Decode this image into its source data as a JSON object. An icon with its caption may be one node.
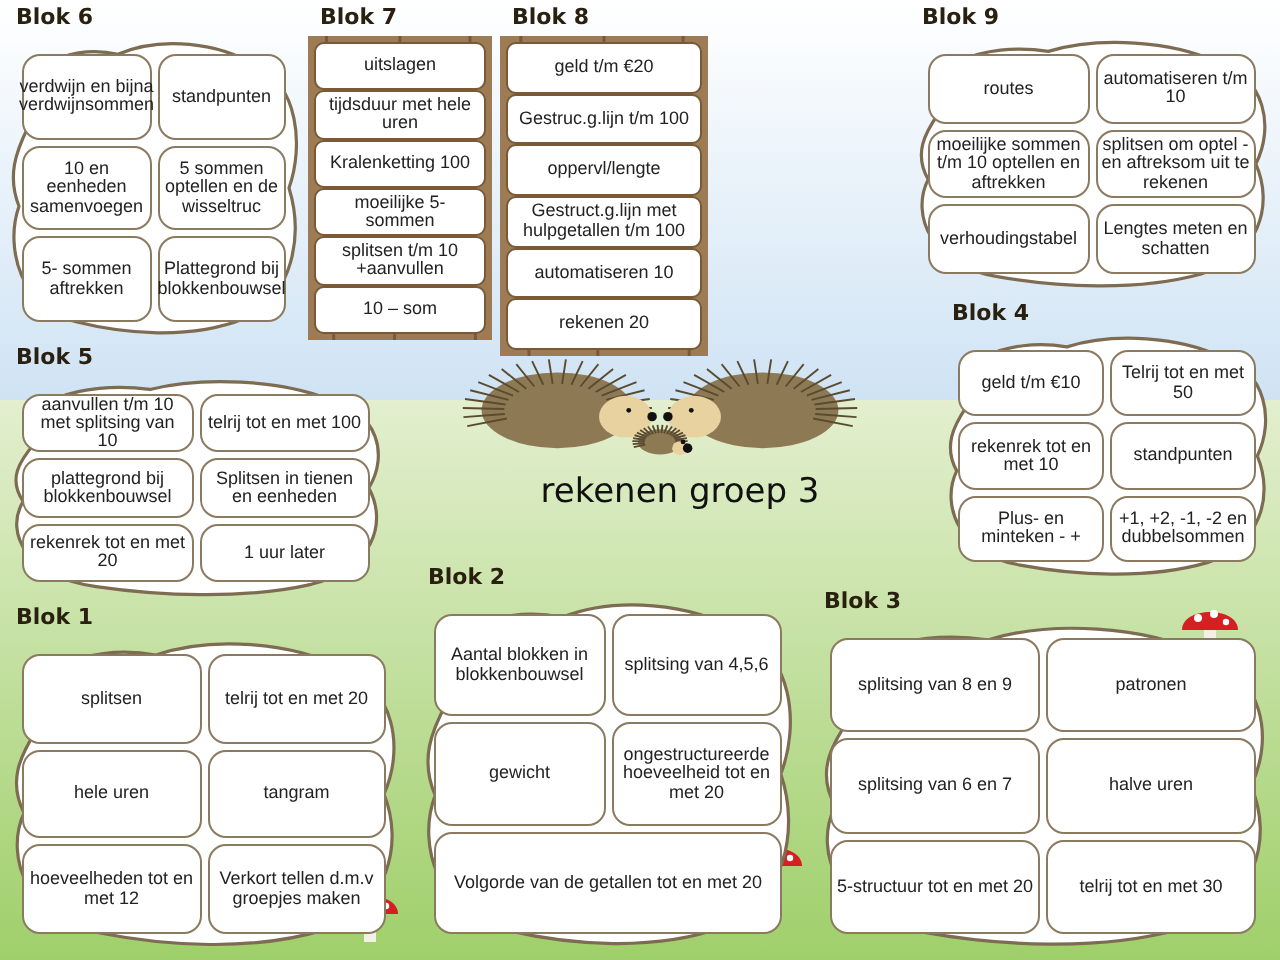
{
  "diagram": {
    "title": "rekenen groep 3",
    "nodes": [
      {
        "text": [],
        "shape": "leaf",
        "beside": [
          "Blok 6"
        ]
      },
      {
        "text": [
          "verdwijn en bijna verdwijnsommen"
        ],
        "in": 0
      },
      {
        "text": [
          "standpunten"
        ],
        "in": 0
      },
      {
        "text": [
          "10 en eenheden samenvoegen"
        ],
        "in": 0
      },
      {
        "text": [
          "5 sommen optellen en de wisseltruc"
        ],
        "in": 0
      },
      {
        "text": [
          "5- sommen aftrekken"
        ],
        "in": 0
      },
      {
        "text": [
          "Plattegrond bij blokkenbouwsel"
        ],
        "in": 0
      },
      {
        "text": [],
        "shape": "tree",
        "beside": [
          "Blok 7"
        ]
      },
      {
        "text": [
          "uitslagen"
        ],
        "in": 7
      },
      {
        "text": [
          "tijdsduur met hele uren"
        ],
        "in": 7
      },
      {
        "text": [
          "Kralenketting 100"
        ],
        "in": 7
      },
      {
        "text": [
          "moeilijke 5-sommen"
        ],
        "in": 7
      },
      {
        "text": [
          "splitsen t/m 10 +aanvullen"
        ],
        "in": 7
      },
      {
        "text": [
          "10 – som"
        ],
        "in": 7
      },
      {
        "text": [],
        "shape": "tree",
        "beside": [
          "Blok 8"
        ]
      },
      {
        "text": [
          "geld t/m €20"
        ],
        "in": 14
      },
      {
        "text": [
          "Gestruc.g.lijn t/m 100"
        ],
        "in": 14
      },
      {
        "text": [
          "oppervl/lengte"
        ],
        "in": 14
      },
      {
        "text": [
          "Gestruct.g.lijn met hulpgetallen t/m 100"
        ],
        "in": 14
      },
      {
        "text": [
          "automatiseren 10"
        ],
        "in": 14
      },
      {
        "text": [
          "rekenen 20"
        ],
        "in": 14
      },
      {
        "text": [],
        "shape": "leaf",
        "beside": [
          "Blok 9"
        ]
      },
      {
        "text": [
          "routes"
        ],
        "in": 21
      },
      {
        "text": [
          "automatiseren t/m 10"
        ],
        "in": 21
      },
      {
        "text": [
          "moeilijke sommen t/m 10 optellen en aftrekken"
        ],
        "in": 21
      },
      {
        "text": [
          "splitsen om optel - en aftreksom uit te rekenen"
        ],
        "in": 21
      },
      {
        "text": [
          "verhoudingstabel"
        ],
        "in": 21
      },
      {
        "text": [
          "Lengtes meten en schatten"
        ],
        "in": 21
      },
      {
        "text": [],
        "shape": "leaf",
        "beside": [
          "Blok 5"
        ]
      },
      {
        "text": [
          "aanvullen t/m 10 met splitsing van 10"
        ],
        "in": 28
      },
      {
        "text": [
          "telrij tot en met 100"
        ],
        "in": 28
      },
      {
        "text": [
          "plattegrond bij blokkenbouwsel"
        ],
        "in": 28
      },
      {
        "text": [
          "Splitsen in tienen en eenheden"
        ],
        "in": 28
      },
      {
        "text": [
          "rekenrek tot en met 20"
        ],
        "in": 28
      },
      {
        "text": [
          "1 uur later"
        ],
        "in": 28
      },
      {
        "text": [],
        "shape": "leaf",
        "beside": [
          "Blok 4"
        ]
      },
      {
        "text": [
          "geld t/m €10"
        ],
        "in": 35
      },
      {
        "text": [
          "Telrij tot en met 50"
        ],
        "in": 35
      },
      {
        "text": [
          "rekenrek tot en met 10"
        ],
        "in": 35
      },
      {
        "text": [
          "standpunten"
        ],
        "in": 35
      },
      {
        "text": [
          "Plus- en minteken - +"
        ],
        "in": 35
      },
      {
        "text": [
          "+1, +2, -1, -2 en dubbelsommen"
        ],
        "in": 35
      },
      {
        "text": [],
        "shape": "leaf",
        "beside": [
          "Blok 1"
        ]
      },
      {
        "text": [
          "splitsen"
        ],
        "in": 42
      },
      {
        "text": [
          "telrij tot en met 20"
        ],
        "in": 42
      },
      {
        "text": [
          "hele uren"
        ],
        "in": 42
      },
      {
        "text": [
          "tangram"
        ],
        "in": 42
      },
      {
        "text": [
          "hoeveelheden tot en met 12"
        ],
        "in": 42
      },
      {
        "text": [
          "Verkort tellen d.m.v groepjes maken"
        ],
        "in": 42
      },
      {
        "text": [],
        "shape": "leaf",
        "beside": [
          "Blok 2"
        ]
      },
      {
        "text": [
          "Aantal blokken in blokkenbouwsel"
        ],
        "in": 49
      },
      {
        "text": [
          "splitsing van 4,5,6"
        ],
        "in": 49
      },
      {
        "text": [
          "gewicht"
        ],
        "in": 49
      },
      {
        "text": [
          "ongestructureerde hoeveelheid tot en met 20"
        ],
        "in": 49
      },
      {
        "text": [
          "Volgorde van de getallen tot en met 20"
        ],
        "in": 49
      },
      {
        "text": [],
        "shape": "leaf",
        "beside": [
          "Blok 3"
        ]
      },
      {
        "text": [
          "splitsing van 8 en 9"
        ],
        "in": 55
      },
      {
        "text": [
          "patronen"
        ],
        "in": 55
      },
      {
        "text": [
          "splitsing van 6 en 7"
        ],
        "in": 55
      },
      {
        "text": [
          "halve uren"
        ],
        "in": 55
      },
      {
        "text": [
          "5-structuur tot en met 20"
        ],
        "in": 55
      },
      {
        "text": [
          "telrij tot en met 30"
        ],
        "in": 55
      }
    ]
  }
}
